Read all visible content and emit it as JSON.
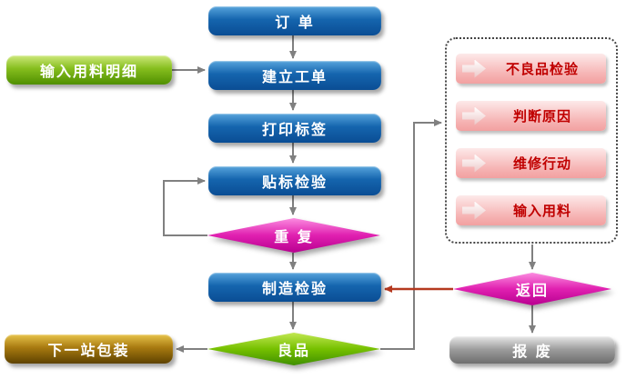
{
  "nodes": {
    "order": "订 单",
    "input_material_detail": "输入用料明细",
    "create_work_order": "建立工单",
    "print_label": "打印标签",
    "label_inspection": "贴标检验",
    "repeat": "重 复",
    "manufacture_inspection": "制造检验",
    "good_product": "良品",
    "next_station_packaging": "下一站包装",
    "return": "返回",
    "scrap": "报 废"
  },
  "defect_box": {
    "items": [
      {
        "label": "不良品检验"
      },
      {
        "label": "判断原因"
      },
      {
        "label": "维修行动"
      },
      {
        "label": "输入用料"
      }
    ]
  },
  "colors": {
    "process_blue": "#1565AE",
    "input_green": "#86BE1E",
    "packaging_gold": "#A87A10",
    "decision_magenta": "#E020B0",
    "decision_green": "#76C000",
    "scrap_gray": "#9A9A9A",
    "defect_pink": "#F6B6B6",
    "defect_text_red": "#C00000",
    "arrow_gray": "#808080",
    "arrow_red": "#B5391F"
  }
}
